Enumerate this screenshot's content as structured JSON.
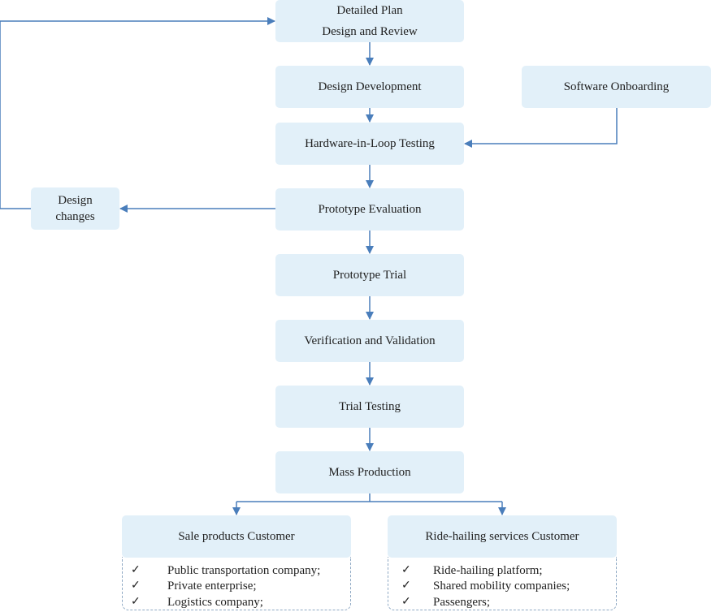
{
  "nodes": {
    "detailed_plan": {
      "line1": "Detailed Plan",
      "line2": "Design and Review"
    },
    "design_development": "Design Development",
    "software_onboarding": "Software Onboarding",
    "hil_testing": "Hardware-in-Loop Testing",
    "design_changes": {
      "line1": "Design",
      "line2": "changes"
    },
    "prototype_evaluation": "Prototype Evaluation",
    "prototype_trial": "Prototype Trial",
    "verification_validation": "Verification and Validation",
    "trial_testing": "Trial Testing",
    "mass_production": "Mass Production"
  },
  "customers": {
    "sale": {
      "title": "Sale products Customer",
      "items": [
        "Public transportation company;",
        "Private enterprise;",
        "Logistics company;"
      ]
    },
    "ride": {
      "title": "Ride-hailing services Customer",
      "items": [
        "Ride-hailing platform;",
        "Shared mobility companies;",
        "Passengers;"
      ]
    }
  },
  "check_mark": "✓",
  "colors": {
    "box_fill": "#e2f0f9",
    "connector": "#4a7ebb",
    "panel_border": "#8fa9c4"
  }
}
